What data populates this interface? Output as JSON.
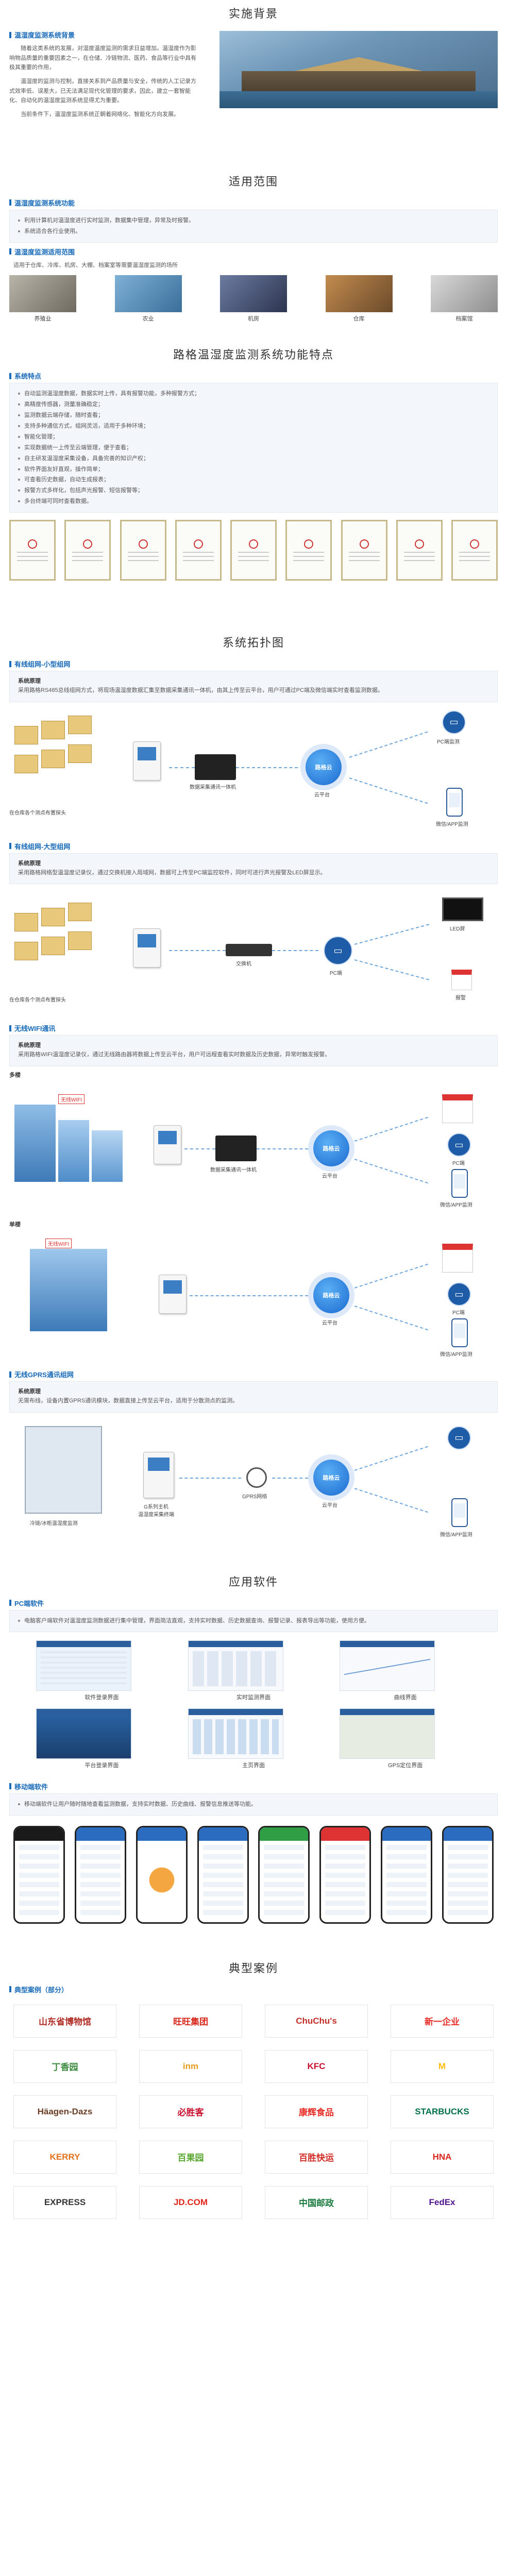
{
  "background": {
    "title": "实施背景",
    "subhead": "温湿度监测系统背景",
    "paragraphs": [
      "随着这类系统的发展，对湿度温度监测的需求日益增加。温湿度作为影响物品质量的重要因素之一，在仓储、冷链物流、医药、食品等行业中具有极其重要的作用，",
      "温湿度的监测与控制，直接关系到产品质量与安全，传统的人工记录方式效率低、误差大，已无法满足现代化管理的要求，因此，建立一套智能化、自动化的温湿度监测系统显得尤为重要。",
      "当前条件下，温湿度监测系统正朝着网络化、智能化方向发展。"
    ]
  },
  "scope": {
    "title": "适用范围",
    "subhead1": "温湿度监测系统功能",
    "bullets": [
      "利用计算机对温湿度进行实时监测，数据集中管理，异常及时报警。",
      "系统适合各行业使用。"
    ],
    "subhead2": "温湿度监测适用范围",
    "desc": "适用于仓库、冷库、机房、大棚、档案室等需要温湿度监测的场所",
    "places": [
      "养殖业",
      "农业",
      "机房",
      "仓库",
      "档案馆"
    ]
  },
  "features": {
    "title": "路格温湿度监测系统功能特点",
    "subhead": "系统特点",
    "bullets": [
      "自动监测温湿度数据，数据实时上传，具有报警功能，多种报警方式；",
      "高精度传感器，测量准确稳定；",
      "监测数据云端存储，随时查看；",
      "支持多种通信方式，组网灵活，适用于多种环境；",
      "智能化管理；",
      "实现数据统一上传至云端管理，便于查看；",
      "自主研发温湿度采集设备，具备完善的知识产权；",
      "软件界面友好直观，操作简单；",
      "可查看历史数据，自动生成报表；",
      "报警方式多样化，包括声光报警、短信报警等；",
      "多台终端可同时查看数据。"
    ]
  },
  "topology": {
    "title": "系统拓扑图",
    "wired_small": {
      "subhead": "有线组网-小型组网",
      "label": "系统原理",
      "desc": "采用路格RS485总线组网方式，将现场温湿度数据汇集至数据采集通讯一体机，由其上传至云平台，用户可通过PC端及微信端实时查看监测数据。",
      "labels": {
        "sensors": "在仓库各个测点布置探头",
        "gateway": "数据采集通讯一体机",
        "cloud": "云平台",
        "cloud_text": "路格云",
        "pc": "PC端监测",
        "mobile": "微信/APP监测"
      }
    },
    "wired_large": {
      "subhead": "有线组网-大型组网",
      "label": "系统原理",
      "desc": "采用路格网络型温湿度记录仪，通过交换机接入局域网，数据可上传至PC端监控软件，同时可进行声光报警及LED屏显示。",
      "labels": {
        "sensors": "在仓库各个测点布置探头",
        "switch": "交换机",
        "pc": "PC端",
        "led": "LED屏",
        "alarm": "报警"
      }
    },
    "wifi": {
      "subhead": "无线WIFI通讯",
      "label": "系统原理",
      "desc": "采用路格WIFI温湿度记录仪，通过无线路由器将数据上传至云平台，用户可远程查看实时数据及历史数据，异常时触发报警。",
      "multi": "多楼",
      "single": "单楼",
      "tag": "无线WIFI",
      "labels": {
        "gateway": "数据采集通讯一体机",
        "cloud": "云平台",
        "cloud_text": "路格云",
        "pc": "PC端",
        "mobile": "微信/APP监测"
      }
    },
    "gprs": {
      "subhead": "无线GPRS通讯组网",
      "label": "系统原理",
      "desc": "无需布线，设备内置GPRS通讯模块，数据直接上传至云平台，适用于分散测点的监测。",
      "labels": {
        "source": "冷链/冰柜温湿度监测",
        "device": "G系列主机\n温湿度采集终端",
        "net": "GPRS网络",
        "cloud": "云平台",
        "cloud_text": "路格云",
        "mobile": "微信/APP监测"
      }
    }
  },
  "software": {
    "title": "应用软件",
    "pc_subhead": "PC端软件",
    "pc_desc": "电脑客户端软件对温湿度监测数据进行集中管理，界面简洁直观，支持实时数据、历史数据查询、报警记录、报表导出等功能，使用方便。",
    "pc_shots": [
      "软件登录界面",
      "实时监测界面",
      "曲线界面",
      "平台登录界面",
      "主页界面",
      "GPS定位界面"
    ],
    "mobile_subhead": "移动端软件",
    "mobile_desc": "移动端软件让用户随时随地查看监测数据，支持实时数据、历史曲线、报警信息推送等功能。"
  },
  "cases": {
    "title": "典型案例",
    "subhead": "典型案例（部分）",
    "logos": [
      {
        "text": "山东省博物馆",
        "color": "#b02c25"
      },
      {
        "text": "旺旺集团",
        "color": "#d7281e"
      },
      {
        "text": "ChuChu's",
        "color": "#c22d27"
      },
      {
        "text": "新一企业",
        "color": "#e6302a"
      },
      {
        "text": "丁香园",
        "color": "#3b8a3e"
      },
      {
        "text": "inm",
        "color": "#e59a22"
      },
      {
        "text": "KFC",
        "color": "#c8102e"
      },
      {
        "text": "M",
        "color": "#ffbc0d"
      },
      {
        "text": "Häagen-Dazs",
        "color": "#6b3e26"
      },
      {
        "text": "必胜客",
        "color": "#c8102e"
      },
      {
        "text": "康辉食品",
        "color": "#e8302a"
      },
      {
        "text": "STARBUCKS",
        "color": "#00704a"
      },
      {
        "text": "KERRY",
        "color": "#e1711d"
      },
      {
        "text": "百果园",
        "color": "#5aa832"
      },
      {
        "text": "百胜快运",
        "color": "#d22d27"
      },
      {
        "text": "HNA",
        "color": "#d7281e"
      },
      {
        "text": "EXPRESS",
        "color": "#333333"
      },
      {
        "text": "JD.COM",
        "color": "#e1251b"
      },
      {
        "text": "中国邮政",
        "color": "#1b7a3f"
      },
      {
        "text": "FedEx",
        "color": "#4d148c"
      }
    ]
  }
}
